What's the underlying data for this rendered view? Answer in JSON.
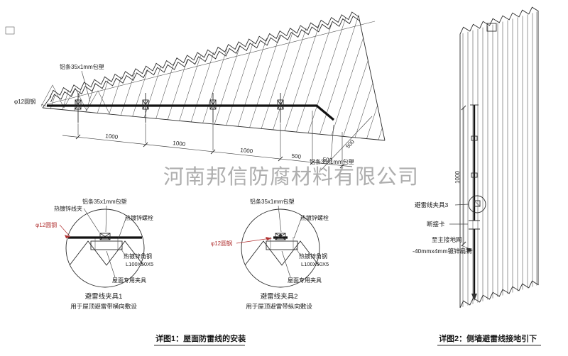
{
  "watermark": "河南邦信防腐材料有限公司",
  "roof": {
    "aluminum_strip_top": "铝条35x1mm包塑",
    "aluminum_strip_right": "铝条35x1mm包塑",
    "round_steel": "φ12圆钢",
    "dims": [
      "1000",
      "1000",
      "1000",
      "500",
      "500"
    ],
    "dim_slope": "500"
  },
  "detail1": {
    "title": "避雷线夹具1",
    "subtitle": "用于屋顶避雷带横向敷设",
    "labels": {
      "wire_clip": "热镀锌线夹",
      "aluminum_strip": "铝条35x1mm包塑",
      "bolt": "热镀锌螺栓",
      "round_steel": "φ12圆钢",
      "angle_steel": "热镀锌角钢",
      "angle_spec": "L100X50X5",
      "roof_clamp": "屋面专用夹具"
    }
  },
  "detail2": {
    "title": "避雷线夹具2",
    "subtitle": "用于屋顶避雷带纵向敷设",
    "labels": {
      "aluminum_strip": "铝条35x1mm包塑",
      "bolt": "热镀锌螺栓",
      "round_steel": "φ12圆钢",
      "angle_steel": "热镀锌角钢",
      "angle_spec": "L100X50X5",
      "roof_clamp": "屋面专用夹具"
    }
  },
  "wall": {
    "dim": "1000",
    "clamp3": "避雷线夹具3",
    "disconnect": "断接卡",
    "to_ground": "至主接地网",
    "flat_steel": "-40mmx4mm镀锌扁钢"
  },
  "captions": {
    "detail1": "详图1：屋面防雷线的安装",
    "detail2": "详图2：侧墙避雷线接地引下"
  },
  "colors": {
    "line": "#2b2b2b",
    "red": "#b03030",
    "watermark": "#9a9a9a"
  }
}
